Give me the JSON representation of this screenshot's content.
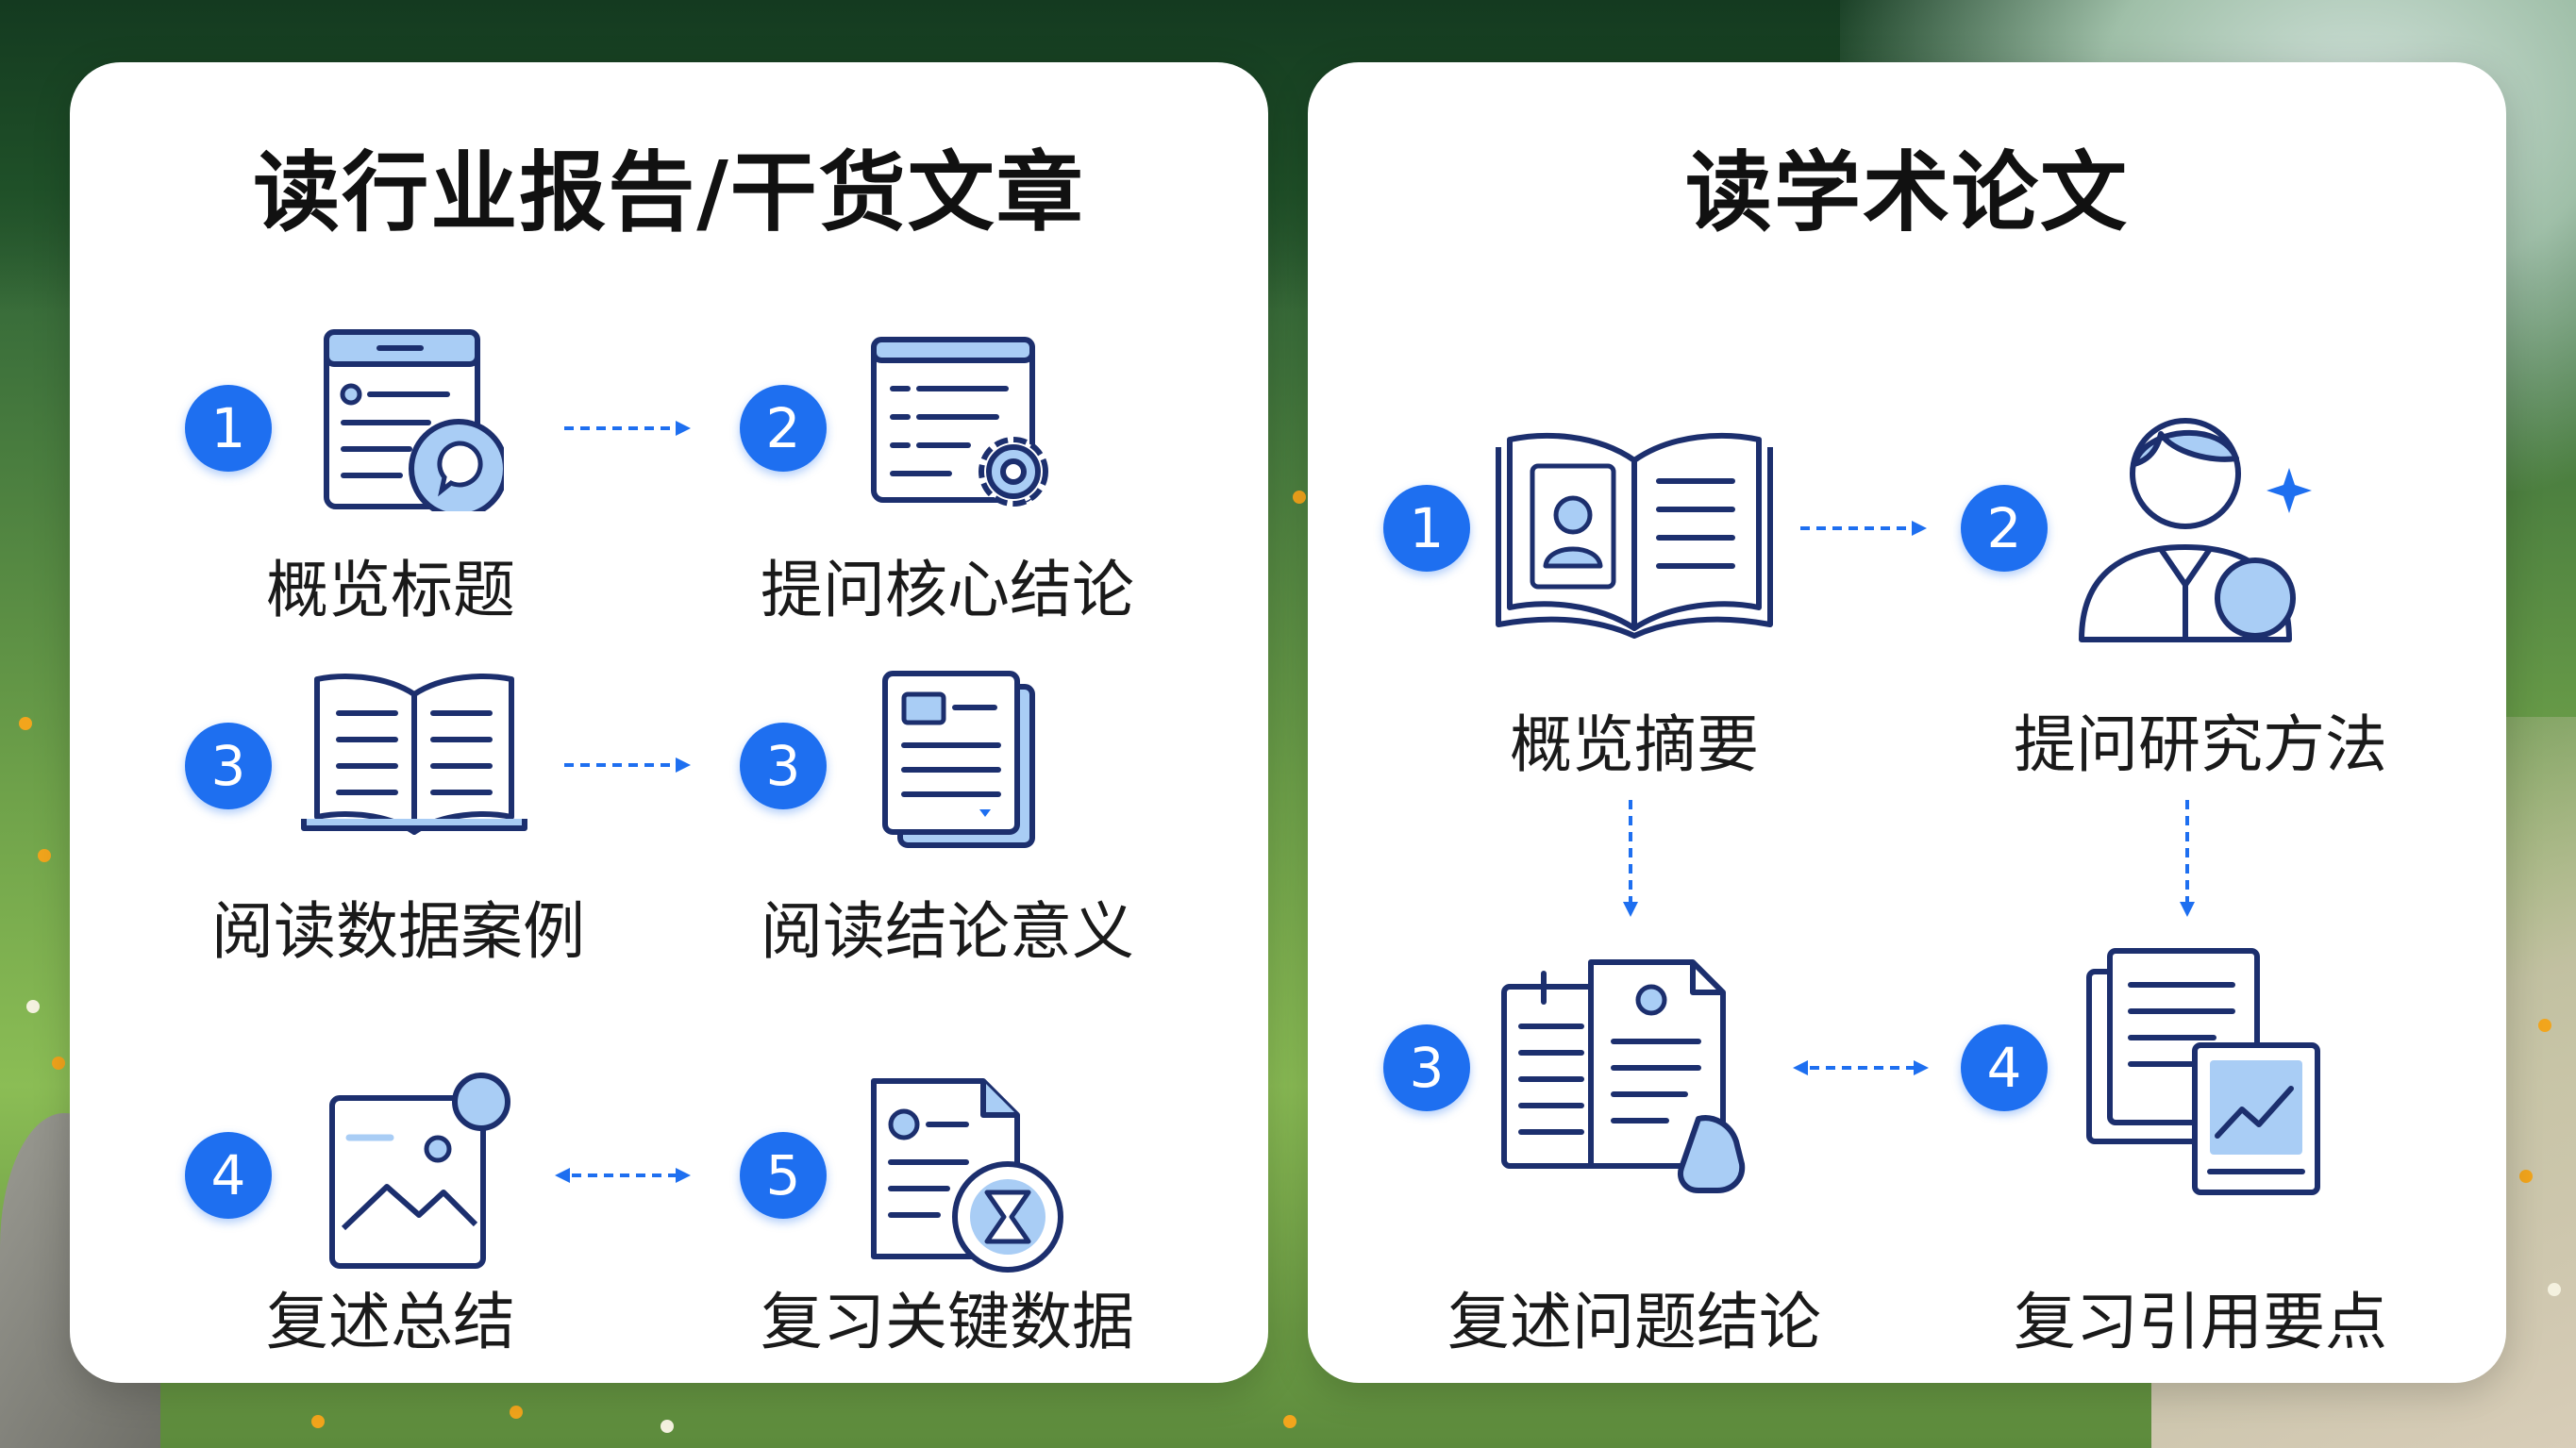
{
  "left_panel": {
    "title": "读行业报告/干货文章",
    "steps": [
      {
        "badge": "1",
        "label": "概览标题",
        "icon": "document-chat-icon"
      },
      {
        "badge": "2",
        "label": "提问核心结论",
        "icon": "document-gear-icon"
      },
      {
        "badge": "3",
        "label": "阅读数据案例",
        "icon": "open-book-icon"
      },
      {
        "badge": "3",
        "label": "阅读结论意义",
        "icon": "document-stack-icon"
      },
      {
        "badge": "4",
        "label": "复述总结",
        "icon": "image-frame-icon"
      },
      {
        "badge": "5",
        "label": "复习关键数据",
        "icon": "document-badge-icon"
      }
    ]
  },
  "right_panel": {
    "title": "读学术论文",
    "steps": [
      {
        "badge": "1",
        "label": "概览摘要",
        "icon": "profile-book-icon"
      },
      {
        "badge": "2",
        "label": "提问研究方法",
        "icon": "researcher-icon"
      },
      {
        "badge": "3",
        "label": "复述问题结论",
        "icon": "documents-hand-icon"
      },
      {
        "badge": "4",
        "label": "复习引用要点",
        "icon": "documents-chart-icon"
      }
    ]
  },
  "colors": {
    "accent": "#1e6ff0",
    "icon_stroke": "#1c2f6e",
    "icon_fill": "#a9cdf5",
    "card": "#ffffff",
    "text": "#111111"
  }
}
